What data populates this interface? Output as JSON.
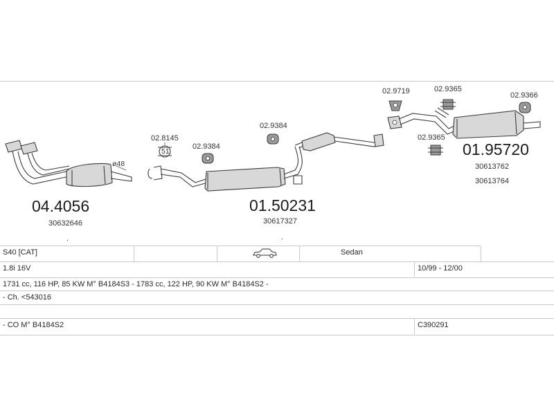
{
  "diagram": {
    "groups": [
      {
        "part_number": "04.4056",
        "oe_numbers": [
          "30632646"
        ]
      },
      {
        "part_number": "01.50231",
        "oe_numbers": [
          "30617327"
        ]
      },
      {
        "part_number": "01.95720",
        "oe_numbers": [
          "30613762",
          "30613764"
        ]
      }
    ],
    "fittings": {
      "f1": "02.8145",
      "f2": "02.9384",
      "f3": "02.9384",
      "f4": "02.9719",
      "f5": "02.9365",
      "f6": "02.9366",
      "f7": "02.9365"
    },
    "pipe_diameter": "ø48"
  },
  "table": {
    "row1": {
      "model": "S40  [CAT]",
      "body": "Sedan",
      "vehicle_icon": "car-icon"
    },
    "row2": {
      "engine": "1.8i 16V",
      "years": "10/99 - 12/00"
    },
    "row3": {
      "spec": "1731 cc, 116 HP, 85 KW M° B4184S3 - 1783 cc, 122 HP, 90 KW M° B4184S2 -"
    },
    "row4": {
      "note": "- Ch. <543016"
    },
    "row5": {
      "note": "- CO M° B4184S2",
      "code": "C390291"
    }
  }
}
